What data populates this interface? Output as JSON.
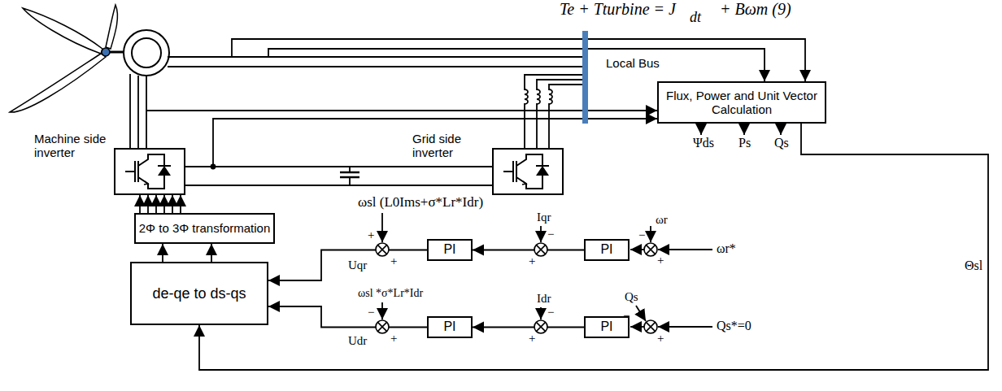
{
  "diagram": {
    "nodes": [
      {
        "text": [
          "Machine side inverter"
        ]
      },
      {
        "text": [
          "Grid side inverter"
        ]
      },
      {
        "text": [
          "Flux, Power and Unit Vector Calculation"
        ]
      },
      {
        "text": [
          "2Φ to 3Φ transformation"
        ]
      },
      {
        "text": [
          "de-qe to ds-qs"
        ]
      },
      {
        "text": [
          "PI"
        ]
      },
      {
        "text": [
          "PI"
        ]
      },
      {
        "text": [
          "PI"
        ]
      },
      {
        "text": [
          "PI"
        ]
      }
    ],
    "edges": [
      {
        "from": 6,
        "to": 5,
        "arrow": "to"
      },
      {
        "from": 5,
        "to": 4,
        "arrow": "to"
      },
      {
        "from": 8,
        "to": 7,
        "arrow": "to"
      },
      {
        "from": 7,
        "to": 4,
        "arrow": "to"
      },
      {
        "from": 4,
        "to": 3,
        "arrow": "to"
      },
      {
        "from": 4,
        "to": 3,
        "arrow": "to"
      },
      {
        "from": 3,
        "to": 0,
        "arrow": "to"
      },
      {
        "from": 3,
        "to": 0,
        "arrow": "to"
      },
      {
        "from": 3,
        "to": 0,
        "arrow": "to"
      },
      {
        "from": 3,
        "to": 0,
        "arrow": "to"
      },
      {
        "from": 3,
        "to": 0,
        "arrow": "to"
      },
      {
        "from": 3,
        "to": 0,
        "arrow": "to"
      },
      {
        "from": 2,
        "to": 4,
        "label": "Θsl",
        "arrow": "to"
      }
    ],
    "labels": [
      "Te + Tturbine = J",
      "dt",
      "+ Bωm (9)",
      "Local Bus",
      "Ψds",
      "Ps",
      "Qs",
      "ωr",
      "−",
      "+",
      "ωr*",
      "Iqr",
      "−",
      "+",
      "ωsl (L0Ims+σ*Lr*Idr)",
      "+",
      "+",
      "Uqr",
      "ωsl *σ*Lr*Idr",
      "−",
      "+",
      "Udr",
      "Idr",
      "−",
      "+",
      "Qs",
      "−",
      "+",
      "Qs*=0"
    ]
  }
}
